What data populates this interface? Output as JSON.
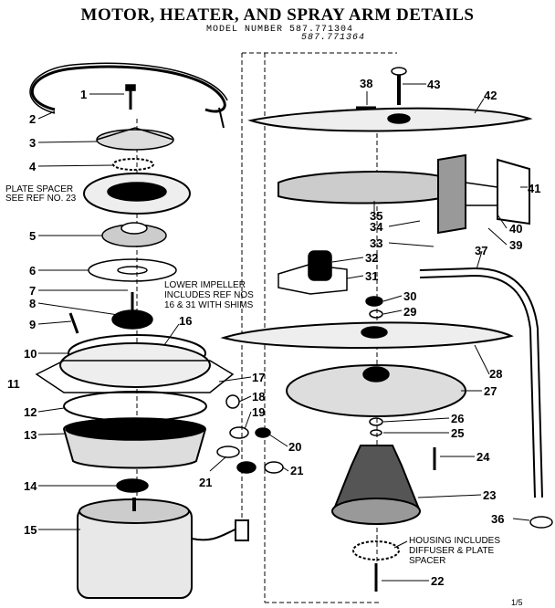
{
  "title": "MOTOR, HEATER, AND SPRAY ARM DETAILS",
  "model_line1": "MODEL NUMBER 587.771304",
  "model_line2": "587.771364",
  "notes": {
    "plate_spacer_1": "PLATE SPACER",
    "plate_spacer_2": "SEE REF NO. 23",
    "lower_impeller_1": "LOWER IMPELLER",
    "lower_impeller_2": "INCLUDES REF NOS",
    "lower_impeller_3": "16 & 31 WITH SHIMS",
    "housing_1": "HOUSING INCLUDES",
    "housing_2": "DIFFUSER & PLATE",
    "housing_3": "SPACER"
  },
  "page_ref": "1/5",
  "part_numbers": {
    "p1": "1",
    "p2": "2",
    "p3": "3",
    "p4": "4",
    "p5": "5",
    "p6": "6",
    "p7": "7",
    "p8": "8",
    "p9": "9",
    "p10": "10",
    "p11": "11",
    "p12": "12",
    "p13": "13",
    "p14": "14",
    "p15": "15",
    "p16": "16",
    "p17": "17",
    "p18": "18",
    "p19": "19",
    "p20": "20",
    "p21a": "21",
    "p21b": "21",
    "p22": "22",
    "p23": "23",
    "p24": "24",
    "p25": "25",
    "p26": "26",
    "p27": "27",
    "p28": "28",
    "p29": "29",
    "p30": "30",
    "p31": "31",
    "p32": "32",
    "p33": "33",
    "p34": "34",
    "p35": "35",
    "p36": "36",
    "p37": "37",
    "p38": "38",
    "p39": "39",
    "p40": "40",
    "p41": "41",
    "p42": "42",
    "p43": "43"
  }
}
